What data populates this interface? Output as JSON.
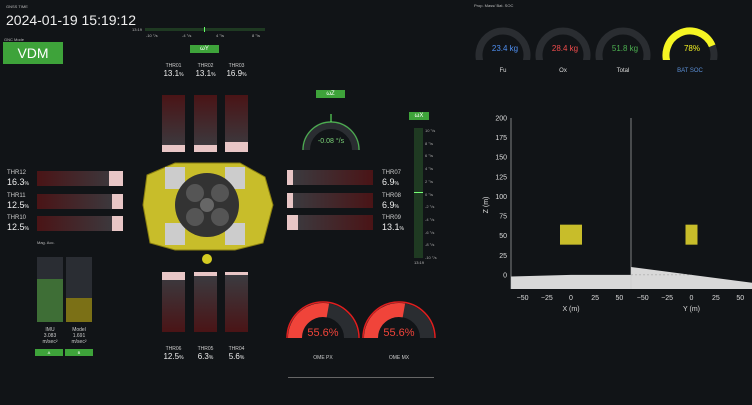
{
  "gnss": {
    "label": "GNSS TIME",
    "time": "2024-01-19 15:19:12"
  },
  "gnc": {
    "label": "GNC Mode",
    "mode": "VDM"
  },
  "omega_y": {
    "label": "ωY",
    "ticks": [
      "-10 °/s",
      "-4 °/s",
      "4 °/s",
      "8 °/s"
    ],
    "time": "13:19",
    "value": 0
  },
  "omega_z": {
    "label": "ωZ",
    "value_text": "-0.08 °/s"
  },
  "omega_x": {
    "label": "ωX",
    "ticks": [
      "10 °/s",
      "8 °/s",
      "6 °/s",
      "4 °/s",
      "2 °/s",
      "0 °/s",
      "-2 °/s",
      "-4 °/s",
      "-6 °/s",
      "-8 °/s",
      "-10 °/s"
    ],
    "time": "13:19"
  },
  "thrusters_top": [
    {
      "name": "THR01",
      "value": "13.1",
      "unit": "%",
      "frac": 0.131
    },
    {
      "name": "THR02",
      "value": "13.1",
      "unit": "%",
      "frac": 0.131
    },
    {
      "name": "THR03",
      "value": "16.9",
      "unit": "%",
      "frac": 0.169
    }
  ],
  "thrusters_bottom": [
    {
      "name": "THR06",
      "value": "12.5",
      "unit": "%",
      "frac": 0.125
    },
    {
      "name": "THR05",
      "value": "6.3",
      "unit": "%",
      "frac": 0.063
    },
    {
      "name": "THR04",
      "value": "5.6",
      "unit": "%",
      "frac": 0.056
    }
  ],
  "thrusters_left": [
    {
      "name": "THR12",
      "value": "16.3",
      "unit": "%",
      "frac": 0.163
    },
    {
      "name": "THR11",
      "value": "12.5",
      "unit": "%",
      "frac": 0.125
    },
    {
      "name": "THR10",
      "value": "12.5",
      "unit": "%",
      "frac": 0.125
    }
  ],
  "thrusters_right": [
    {
      "name": "THR07",
      "value": "6.9",
      "unit": "%",
      "frac": 0.069
    },
    {
      "name": "THR08",
      "value": "6.9",
      "unit": "%",
      "frac": 0.069
    },
    {
      "name": "THR09",
      "value": "13.1",
      "unit": "%",
      "frac": 0.131
    }
  ],
  "mag_acc": {
    "label": "Mag. Acc.",
    "imu": {
      "name": "IMU",
      "value": "3.083",
      "unit": "m/sec²",
      "frac": 0.66
    },
    "model": {
      "name": "Model",
      "value": "1.691",
      "unit": "m/sec²",
      "frac": 0.37
    },
    "buttons": [
      "A",
      "B"
    ]
  },
  "ome": [
    {
      "name": "OME PX",
      "value": "55.6%",
      "frac": 0.556
    },
    {
      "name": "OME MX",
      "value": "55.6%",
      "frac": 0.556
    }
  ],
  "prop": {
    "label": "Prop. Mass/ Bat. SOC",
    "gauges": [
      {
        "name": "Fu",
        "value": "23.4 kg",
        "color": "#4f8ff0",
        "frac": 0.0
      },
      {
        "name": "Ox",
        "value": "28.4 kg",
        "color": "#f04c4c",
        "frac": 0.0
      },
      {
        "name": "Total",
        "value": "51.8 kg",
        "color": "#4caf50",
        "frac": 0.0
      },
      {
        "name": "BAT SOC",
        "value": "78%",
        "color": "#f5f523",
        "frac": 0.78
      }
    ]
  },
  "chart_data": [
    {
      "type": "area",
      "xlabel": "X (m)",
      "ylabel": "Z (m)",
      "xlim": [
        -62,
        62
      ],
      "ylim": [
        -18,
        200
      ],
      "xticks": [
        "−50",
        "−25",
        "0",
        "25",
        "50"
      ],
      "yticks": [
        "0",
        "25",
        "50",
        "75",
        "100",
        "125",
        "150",
        "175",
        "200"
      ],
      "terrain": {
        "x": [
          -62,
          0,
          62
        ],
        "y": [
          -2,
          0,
          0
        ]
      },
      "lander": {
        "x": 0,
        "z": 50
      }
    },
    {
      "type": "area",
      "xlabel": "Y (m)",
      "ylabel": "",
      "xlim": [
        -62,
        62
      ],
      "ylim": [
        -18,
        200
      ],
      "xticks": [
        "−50",
        "−25",
        "0",
        "25",
        "50"
      ],
      "terrain": {
        "x": [
          -62,
          0,
          62
        ],
        "y": [
          10,
          0,
          -10
        ]
      },
      "lander": {
        "x": 0,
        "z": 50
      }
    }
  ]
}
